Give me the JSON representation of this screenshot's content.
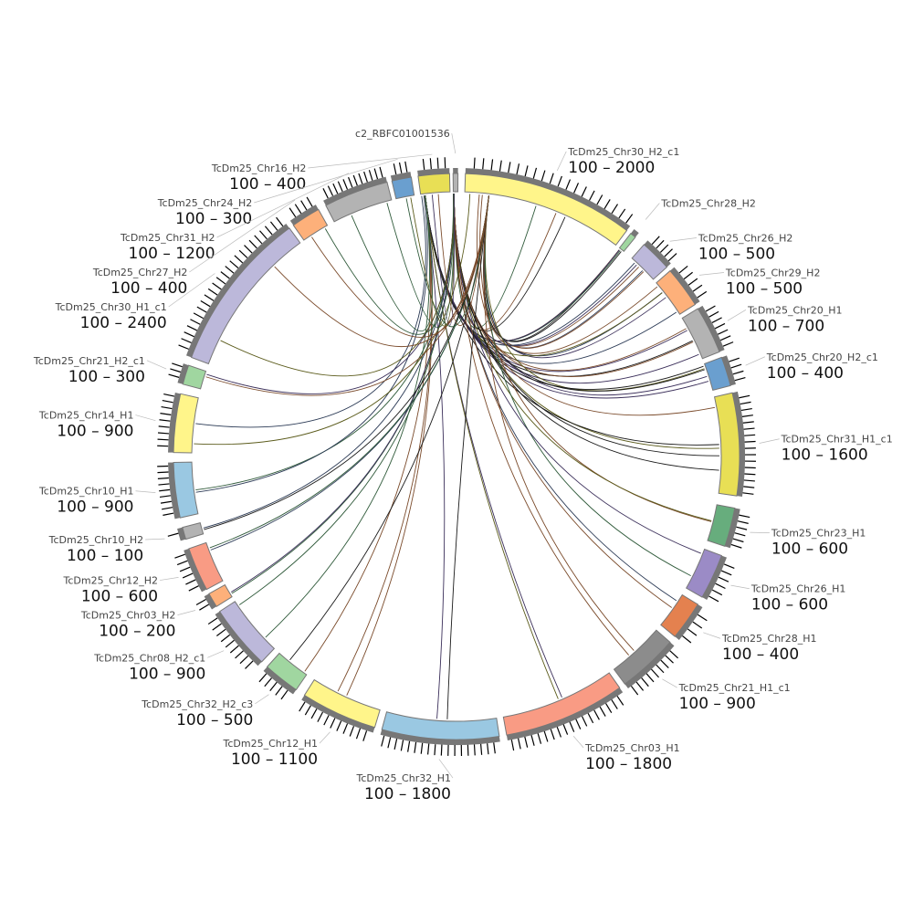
{
  "title": "Circos synteny plot",
  "tick_step": 100,
  "segments": [
    {
      "name": "c2_RBFC01001536",
      "start": 359.3,
      "end": 360.3,
      "color": "#b3b3b3",
      "ticks_max": 0
    },
    {
      "name": "TcDm25_Chr30_H2_c1",
      "start": 1.8,
      "end": 37.0,
      "color": "#fff58a",
      "ticks_max": 2000
    },
    {
      "name": "TcDm25_Chr28_H2",
      "start": 38.0,
      "end": 39.2,
      "color": "#a0d6a0",
      "ticks_max": 0
    },
    {
      "name": "TcDm25_Chr26_H2",
      "start": 41.5,
      "end": 48.0,
      "color": "#bcb8da",
      "ticks_max": 500
    },
    {
      "name": "TcDm25_Chr29_H2",
      "start": 49.0,
      "end": 57.5,
      "color": "#fdb07a",
      "ticks_max": 500
    },
    {
      "name": "TcDm25_Chr20_H1",
      "start": 58.5,
      "end": 68.3,
      "color": "#b3b3b3",
      "ticks_max": 700
    },
    {
      "name": "TcDm25_Chr20_H2_c1",
      "start": 69.5,
      "end": 75.5,
      "color": "#6a9fcf",
      "ticks_max": 400
    },
    {
      "name": "TcDm25_Chr31_H1_c1",
      "start": 77.0,
      "end": 98.0,
      "color": "#e8df55",
      "ticks_max": 1600
    },
    {
      "name": "TcDm25_Chr23_H1",
      "start": 100.5,
      "end": 108.5,
      "color": "#67ad7d",
      "ticks_max": 600
    },
    {
      "name": "TcDm25_Chr26_H1",
      "start": 110.5,
      "end": 119.8,
      "color": "#9b8bc6",
      "ticks_max": 600
    },
    {
      "name": "TcDm25_Chr28_H1",
      "start": 121.5,
      "end": 129.5,
      "color": "#e4814f",
      "ticks_max": 400
    },
    {
      "name": "TcDm25_Chr21_H1_c1",
      "start": 131.0,
      "end": 143.5,
      "color": "#8c8c8c",
      "ticks_max": 900
    },
    {
      "name": "TcDm25_Chr03_H1",
      "start": 144.8,
      "end": 169.8,
      "color": "#f99b84",
      "ticks_max": 1800
    },
    {
      "name": "TcDm25_Chr32_H1",
      "start": 171.3,
      "end": 195.3,
      "color": "#9ac8e2",
      "ticks_max": 1800
    },
    {
      "name": "TcDm25_Chr12_H1",
      "start": 196.8,
      "end": 212.5,
      "color": "#fff58a",
      "ticks_max": 1100
    },
    {
      "name": "TcDm25_Chr32_H2_c3",
      "start": 214.5,
      "end": 222.0,
      "color": "#a0d6a0",
      "ticks_max": 500
    },
    {
      "name": "TcDm25_Chr08_H2_c1",
      "start": 223.5,
      "end": 236.8,
      "color": "#bcb8da",
      "ticks_max": 900
    },
    {
      "name": "TcDm25_Chr03_H2",
      "start": 238.0,
      "end": 241.0,
      "color": "#fdb07a",
      "ticks_max": 200
    },
    {
      "name": "TcDm25_Chr12_H2",
      "start": 242.0,
      "end": 251.0,
      "color": "#f99b84",
      "ticks_max": 600
    },
    {
      "name": "TcDm25_Chr10_H2",
      "start": 253.0,
      "end": 255.5,
      "color": "#b3b3b3",
      "ticks_max": 100
    },
    {
      "name": "TcDm25_Chr10_H1",
      "start": 257.5,
      "end": 268.8,
      "color": "#9ac8e2",
      "ticks_max": 900
    },
    {
      "name": "TcDm25_Chr14_H1",
      "start": 270.8,
      "end": 282.8,
      "color": "#fff58a",
      "ticks_max": 900
    },
    {
      "name": "TcDm25_Chr21_H2_c1",
      "start": 284.8,
      "end": 288.8,
      "color": "#a0d6a0",
      "ticks_max": 300
    },
    {
      "name": "TcDm25_Chr30_H1_c1",
      "start": 290.5,
      "end": 323.8,
      "color": "#bcb8da",
      "ticks_max": 2400
    },
    {
      "name": "TcDm25_Chr27_H2",
      "start": 324.8,
      "end": 330.8,
      "color": "#fdb07a",
      "ticks_max": 400
    },
    {
      "name": "TcDm25_Chr31_H2",
      "start": 332.5,
      "end": 345.8,
      "color": "#b3b3b3",
      "ticks_max": 1200
    },
    {
      "name": "TcDm25_Chr24_H2",
      "start": 346.8,
      "end": 350.8,
      "color": "#6a9fcf",
      "ticks_max": 300
    },
    {
      "name": "TcDm25_Chr16_H2",
      "start": 352.2,
      "end": 358.6,
      "color": "#e8df55",
      "ticks_max": 400
    }
  ],
  "link_colors": [
    "#1a1a1a",
    "#2b3a55",
    "#7a4a2a",
    "#2f5a3a",
    "#5a5a1a",
    "#3b2f5a"
  ]
}
